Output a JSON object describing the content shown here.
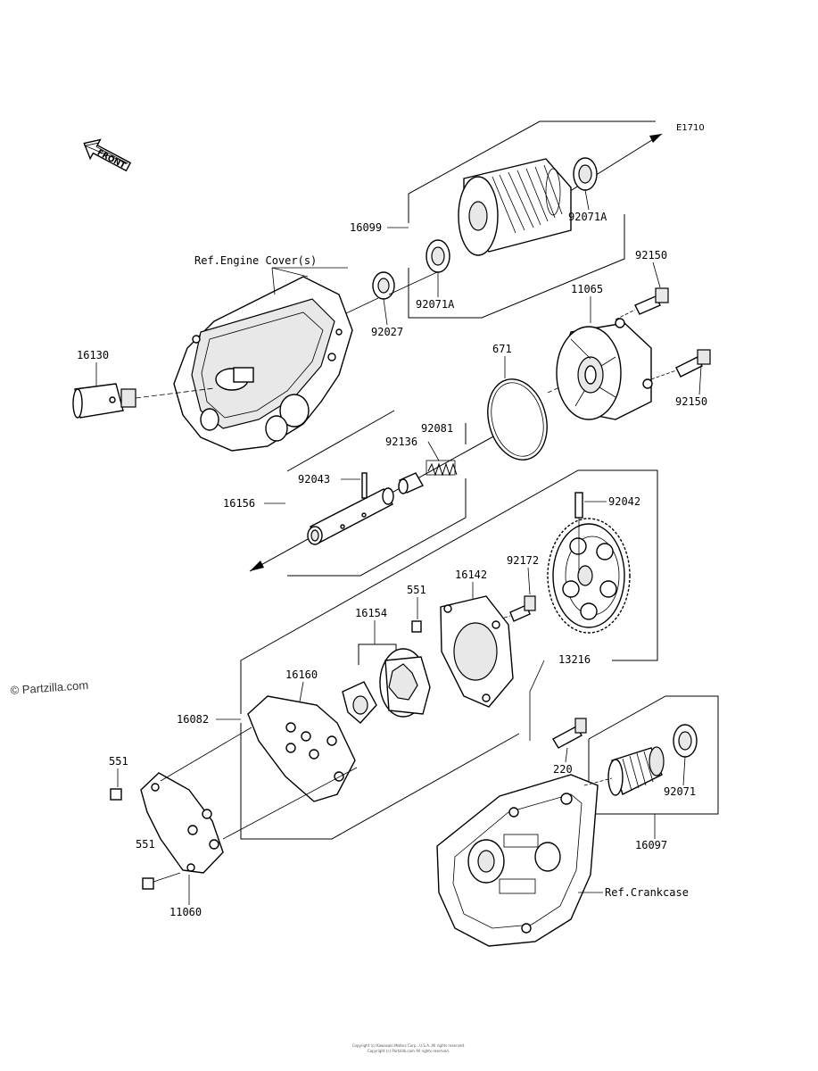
{
  "diagram": {
    "code": "E1710",
    "front_label": "FRONT",
    "copyright": "© Partzilla.com",
    "footer": [
      "Copyright (c) Kawasaki Motors Corp., U.S.A. All rights reserved.",
      "Copyright (c) Partzilla.com All rights reserved."
    ],
    "ref_labels": {
      "engine_cover": "Ref.Engine Cover(s)",
      "crankcase": "Ref.Crankcase"
    },
    "parts": {
      "p16099": "16099",
      "p92071a_top": "92071A",
      "p92071a_bottom": "92071A",
      "p92027": "92027",
      "p92150_top": "92150",
      "p92150_bottom": "92150",
      "p11065": "11065",
      "p16130": "16130",
      "p671": "671",
      "p92081": "92081",
      "p92136": "92136",
      "p92043": "92043",
      "p16156": "16156",
      "p92042": "92042",
      "p92172": "92172",
      "p16142": "16142",
      "p551_top": "551",
      "p16154": "16154",
      "p13216": "13216",
      "p16160": "16160",
      "p16082": "16082",
      "p551_left": "551",
      "p551_bottom": "551",
      "p11060": "11060",
      "p220": "220",
      "p92071": "92071",
      "p16097": "16097"
    }
  }
}
